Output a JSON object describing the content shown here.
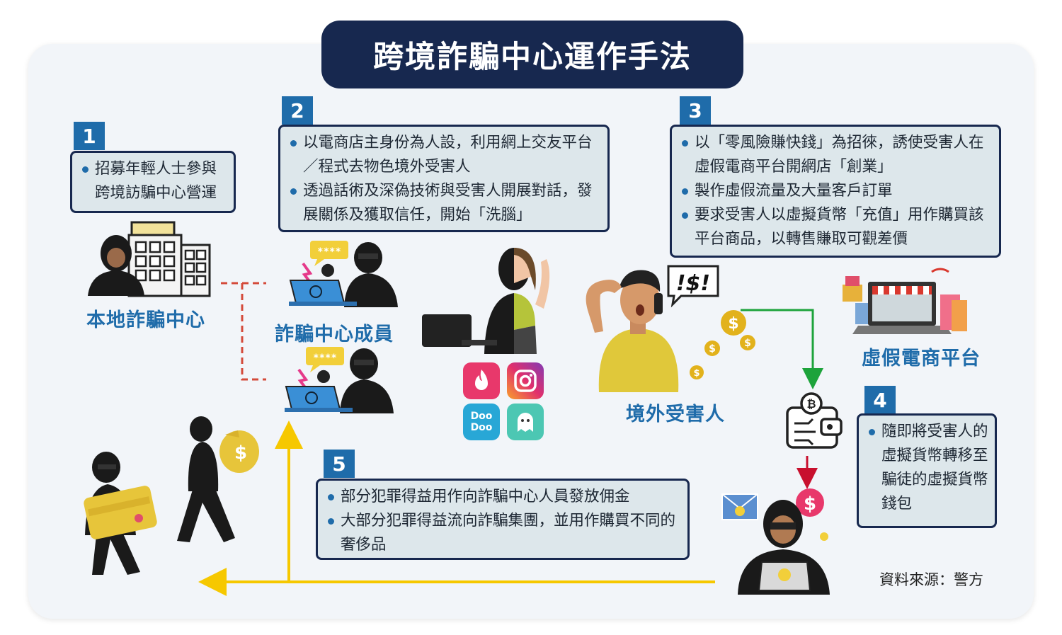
{
  "title": "跨境詐騙中心運作手法",
  "steps": [
    {
      "number": "1",
      "bullets": [
        "招募年輕人士參與跨境訪騙中心營運"
      ]
    },
    {
      "number": "2",
      "bullets": [
        "以電商店主身份為人設，利用網上交友平台／程式去物色境外受害人",
        "透過話術及深偽技術與受害人開展對話，發展關係及獲取信任，開始「洗腦」"
      ]
    },
    {
      "number": "3",
      "bullets": [
        "以「零風險賺快錢」為招徠，誘使受害人在虛假電商平台開網店「創業」",
        "製作虛假流量及大量客戶訂單",
        "要求受害人以虛擬貨幣「充值」用作購買該平台商品，以轉售賺取可觀差價"
      ]
    },
    {
      "number": "4",
      "bullets": [
        "隨即將受害人的虛擬貨幣轉移至騙徒的虛擬貨幣錢包"
      ]
    },
    {
      "number": "5",
      "bullets": [
        "部分犯罪得益用作向詐騙中心人員發放佣金",
        "大部分犯罪得益流向詐騙集團，並用作購買不同的奢侈品"
      ]
    }
  ],
  "labels": {
    "local_center": "本地詐騙中心",
    "members": "詐騙中心成員",
    "victim": "境外受害人",
    "fake_platform": "虛假電商平台"
  },
  "icons": {
    "password_bubble": "****",
    "shout": "!$!",
    "dollar": "$",
    "app_dooduo": "Doo Doo"
  },
  "source": "資料來源：警方",
  "colors": {
    "navy": "#17284f",
    "accent_blue": "#1f6caa",
    "box_fill": "#dde7eb",
    "yellow_arrow": "#f6c800",
    "green_arrow": "#1da33b",
    "red_arrow": "#c8102e",
    "dashed_red": "#d44a3a"
  }
}
